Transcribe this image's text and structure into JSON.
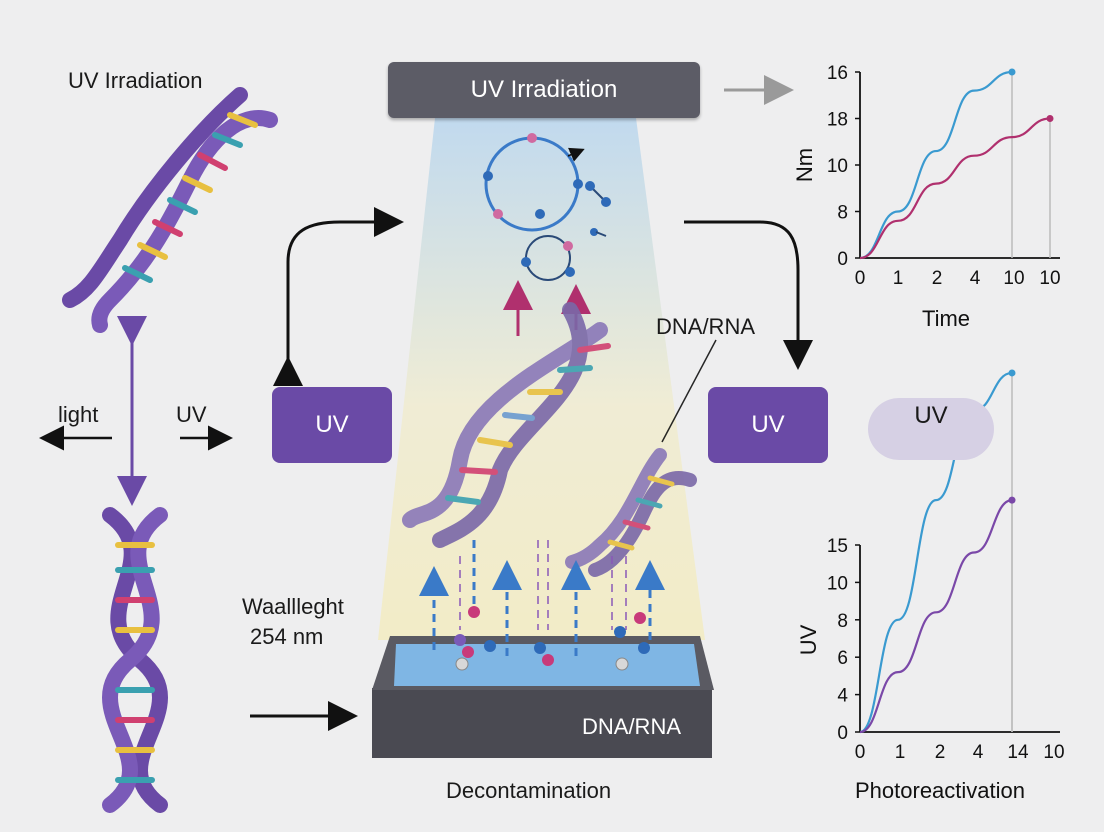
{
  "labels": {
    "top_left_title": "UV Irradiation",
    "header_box": "UV Irradiation",
    "left_light": "light",
    "left_uv": "UV",
    "box_left": "UV",
    "box_right": "UV",
    "pill_right": "UV",
    "dna_rna_pointer": "DNA/RNA",
    "wavelength_line1": "Waallleght",
    "wavelength_line2": "254 nm",
    "tray_label": "DNA/RNA",
    "bottom_caption": "Decontamination"
  },
  "colors": {
    "purple": "#6a4aa6",
    "dark_box": "#5c5c66",
    "blue_series": "#3a9ad0",
    "magenta_series": "#b0306e",
    "purple_series": "#7a48a8",
    "beam_top": "#b9d6ee",
    "beam_bottom": "#f3ecc0"
  },
  "chart_data": [
    {
      "type": "line",
      "xlabel": "Time",
      "ylabel": "Nm",
      "x_tick_labels": [
        "0",
        "1",
        "2",
        "4",
        "10",
        "10"
      ],
      "y_tick_labels": [
        "0",
        "8",
        "10",
        "18",
        "16"
      ],
      "x": [
        0,
        1,
        2,
        3,
        4,
        5
      ],
      "series": [
        {
          "color": "#3a9ad0",
          "x": [
            0,
            1,
            2,
            3,
            4
          ],
          "y": [
            0,
            1.0,
            2.3,
            3.6,
            4.0
          ]
        },
        {
          "color": "#b0306e",
          "x": [
            0,
            1,
            2,
            3,
            4,
            5
          ],
          "y": [
            0,
            0.8,
            1.6,
            2.2,
            2.6,
            3.0
          ]
        }
      ],
      "ylim": [
        0,
        4
      ],
      "grid": false
    },
    {
      "type": "line",
      "xlabel": "Photoreactivation",
      "ylabel": "UV",
      "x_tick_labels": [
        "0",
        "1",
        "2",
        "4",
        "14",
        "10"
      ],
      "y_tick_labels": [
        "0",
        "4",
        "6",
        "8",
        "10",
        "15"
      ],
      "series": [
        {
          "color": "#3a9ad0",
          "x": [
            0,
            1,
            2,
            3,
            4
          ],
          "y": [
            0,
            3.0,
            6.2,
            8.6,
            9.6
          ]
        },
        {
          "color": "#7a48a8",
          "x": [
            0,
            1,
            2,
            3,
            4
          ],
          "y": [
            0,
            1.6,
            3.2,
            4.8,
            6.2
          ]
        }
      ],
      "ylim": [
        0,
        5
      ],
      "grid": false
    }
  ]
}
